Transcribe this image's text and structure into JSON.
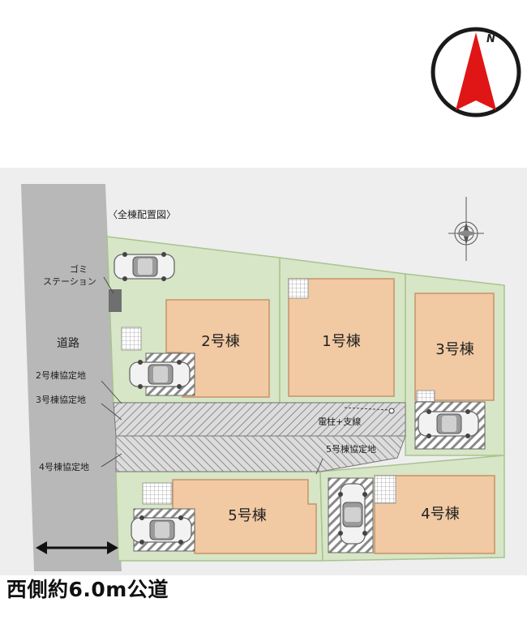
{
  "colors": {
    "lot_fill": "#d7e6c6",
    "lot_border": "#a9c38f",
    "house_fill": "#f1c9a3",
    "house_border": "#c8926a",
    "road_fill": "#b8b8b8",
    "compass_arrow": "#e01515",
    "shared_drive_fill": "#dcdcdc",
    "garbage_station_fill": "#6f6f6f"
  },
  "compass": {
    "north_label": "N"
  },
  "plan": {
    "title": "〈全棟配置図〉",
    "road_label": "道路",
    "garbage_station_label": [
      "ゴミ",
      "ステーション"
    ],
    "agreement_labels": {
      "building2": "2号棟協定地",
      "building3": "3号棟協定地",
      "building4": "4号棟協定地",
      "building5": "5号棟協定地"
    },
    "utility_pole_label": "電柱+支線",
    "buildings": [
      "1号棟",
      "2号棟",
      "3号棟",
      "4号棟",
      "5号棟"
    ]
  },
  "caption": "西側約6.0m公道"
}
